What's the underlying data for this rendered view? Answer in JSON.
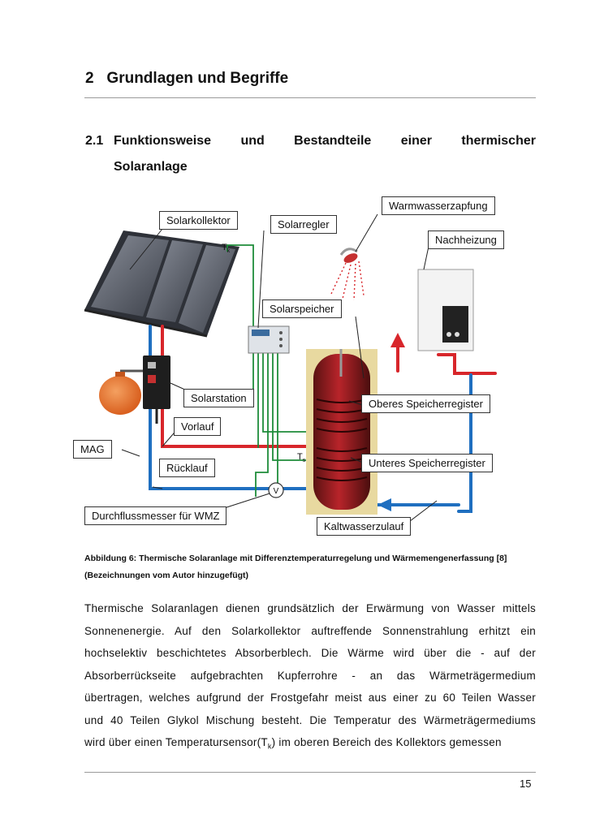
{
  "chapter": {
    "number": "2",
    "title": "Grundlagen und Begriffe"
  },
  "section": {
    "number": "2.1",
    "title_words": [
      "Funktionsweise",
      "und",
      "Bestandteile",
      "einer",
      "thermischer"
    ],
    "title_line2": "Solaranlage"
  },
  "figure": {
    "labels": {
      "warmwasserzapfung": "Warmwasserzapfung",
      "solarkollektor": "Solarkollektor",
      "solarregler": "Solarregler",
      "nachheizung": "Nachheizung",
      "solarspeicher": "Solarspeicher",
      "solarstation": "Solarstation",
      "oberes": "Oberes Speicherregister",
      "vorlauf": "Vorlauf",
      "mag": "MAG",
      "unteres": "Unteres Speicherregister",
      "ruecklauf": "Rücklauf",
      "durchfluss": "Durchflussmesser für WMZ",
      "kaltwasser": "Kaltwasserzulauf",
      "tk": "T",
      "tk_sub": "k",
      "ts": "T",
      "ts_sub": "s",
      "v": "V"
    },
    "colors": {
      "hot": "#d8262b",
      "cold": "#1f6fc0",
      "sensor": "#1e8c3a"
    }
  },
  "caption": {
    "line1": "Abbildung 6: Thermische Solaranlage mit Differenztemperaturregelung und Wärmemengenerfassung [8]",
    "line2": "(Bezeichnungen vom Autor hinzugefügt)"
  },
  "body_lines": [
    "Thermische Solaranlagen dienen grundsätzlich der Erwärmung von Wasser mittels",
    "Sonnenenergie. Auf den Solarkollektor auftreffende Sonnenstrahlung erhitzt ein",
    "hochselektiv beschichtetes Absorberblech. Die Wärme wird über die - auf der",
    "Absorberrückseite aufgebrachten Kupferrohre - an das Wärmeträgermedium",
    "übertragen, welches aufgrund der Frostgefahr meist aus einer zu 60 Teilen Wasser",
    "und 40 Teilen Glykol Mischung besteht. Die Temperatur des Wärmeträgermediums",
    "wird über einen Temperatursensor(T",
    "k",
    ") im oberen Bereich des Kollektors gemessen"
  ],
  "page_number": "15"
}
